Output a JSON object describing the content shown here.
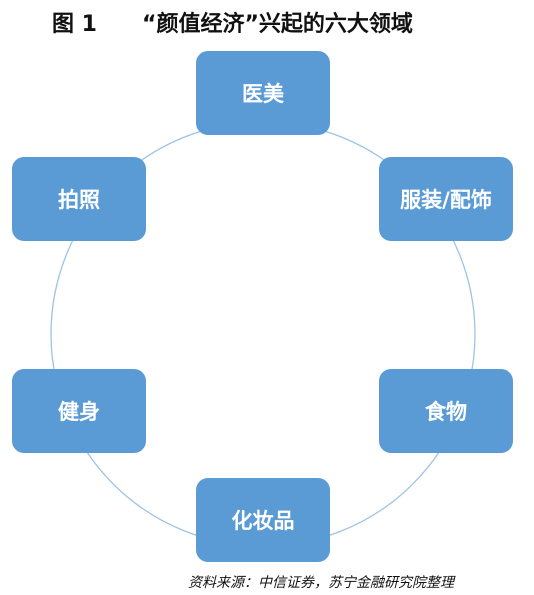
{
  "header": {
    "fig_label": "图 1",
    "title": "“颜值经济”兴起的六大领域"
  },
  "nodes": [
    "医美",
    "服装/配饰",
    "食物",
    "化妆品",
    "健身",
    "拍照"
  ],
  "footer": {
    "source": "资料来源：中信证券，苏宁金融研究院整理"
  },
  "colors": {
    "node_fill": "#5b9bd5",
    "ring_stroke": "#9dc3e6",
    "node_text": "#ffffff"
  }
}
